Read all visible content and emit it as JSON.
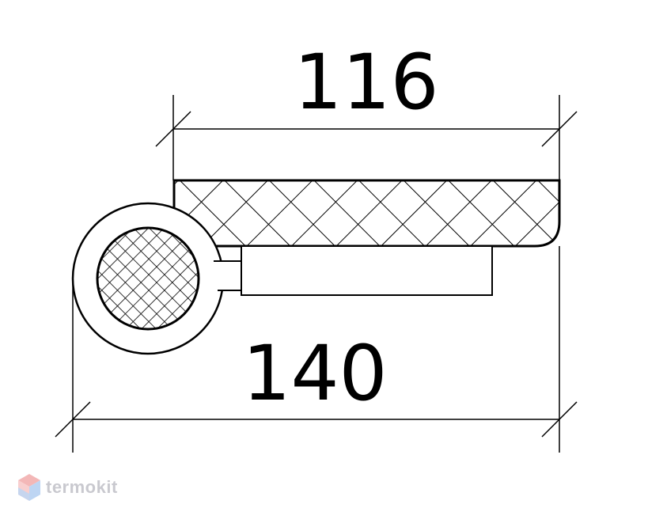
{
  "drawing": {
    "dim_top": "116",
    "dim_bottom": "140"
  },
  "brand": {
    "name": "termokit",
    "icon": "hexagon-logo-icon",
    "colors": {
      "top": "#f0a0a0",
      "bottom": "#a8c8f0",
      "text": "#b8b8c0"
    }
  }
}
